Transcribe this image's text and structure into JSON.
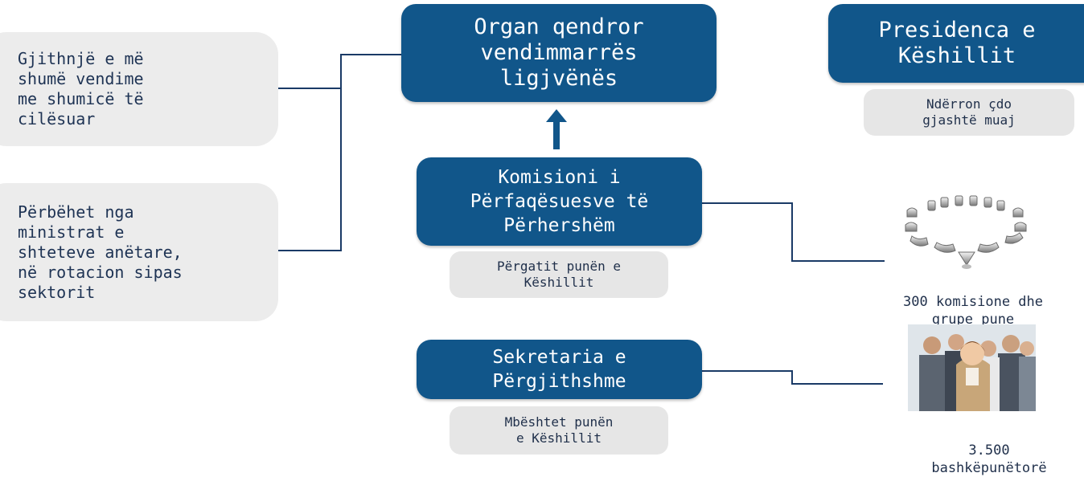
{
  "nodes": {
    "organ": "Organ qendror\nvendimmarrës\nligjvënës",
    "presidenca": "Presidenca e\nKëshillit",
    "presidenca_note": "Ndërron çdo\ngjashtë muaj",
    "komisioni": "Komisioni i\nPërfaqësuesve të\nPërhershëm",
    "komisioni_note": "Përgatit punën e\nKëshillit",
    "sekretaria": "Sekretaria e\nPërgjithshme",
    "sekretaria_note": "Mbështet punën\ne Këshillit"
  },
  "side_notes": {
    "voting": "Gjithnjë e më\nshumë vendime\nme shumicë të\ncilësuar",
    "composition": "Përbëhet nga\nministrat e\nshteteve anëtare,\nnë rotacion sipas\nsektorit"
  },
  "captions": {
    "committees": "300 komisione dhe\ngrupe pune",
    "staff": "3.500\nbashkëpunëtorë"
  },
  "colors": {
    "box_blue": "#11568a",
    "note_grey": "#e6e6e6",
    "line": "#1a3a66"
  }
}
